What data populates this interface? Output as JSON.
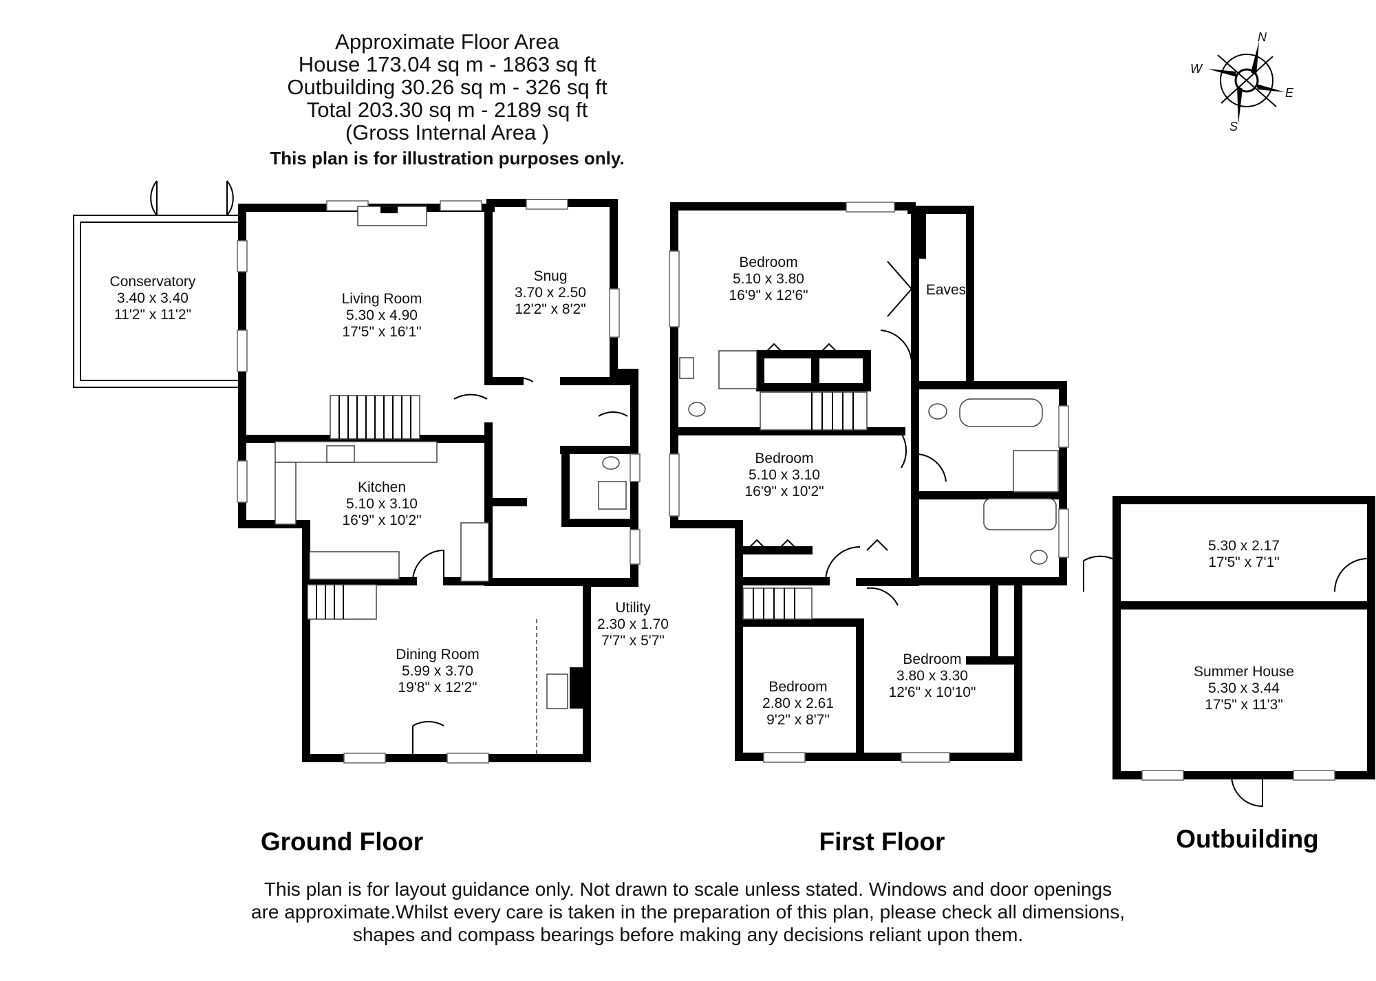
{
  "header": {
    "lines": [
      "Approximate Floor Area",
      "House 173.04 sq m - 1863 sq ft",
      "Outbuilding 30.26 sq m - 326 sq ft",
      "Total 203.30 sq m - 2189 sq ft",
      "(Gross Internal Area )"
    ],
    "note": "This plan is for illustration purposes only."
  },
  "compass": {
    "n": "N",
    "e": "E",
    "s": "S",
    "w": "W"
  },
  "rooms": {
    "conservatory": [
      "Conservatory",
      "3.40 x 3.40",
      "11'2\" x 11'2\""
    ],
    "living": [
      "Living Room",
      "5.30 x 4.90",
      "17'5\" x 16'1\""
    ],
    "snug": [
      "Snug",
      "3.70 x 2.50",
      "12'2\" x 8'2\""
    ],
    "kitchen": [
      "Kitchen",
      "5.10 x 3.10",
      "16'9\" x 10'2\""
    ],
    "utility": [
      "Utility",
      "2.30 x 1.70",
      "7'7\" x 5'7\""
    ],
    "dining": [
      "Dining Room",
      "5.99 x 3.70",
      "19'8\" x 12'2\""
    ],
    "bed1": [
      "Bedroom",
      "5.10 x 3.80",
      "16'9\" x 12'6\""
    ],
    "eaves": [
      "Eaves"
    ],
    "bed2": [
      "Bedroom",
      "5.10 x 3.10",
      "16'9\" x 10'2\""
    ],
    "bed3": [
      "Bedroom",
      "3.80 x 3.30",
      "12'6\" x 10'10\""
    ],
    "bed4": [
      "Bedroom",
      "2.80 x 2.61",
      "9'2\" x 8'7\""
    ],
    "outstore": [
      "5.30 x 2.17",
      "17'5\" x 7'1\""
    ],
    "summer": [
      "Summer House",
      "5.30 x 3.44",
      "17'5\" x 11'3\""
    ]
  },
  "floors": {
    "ground": "Ground Floor",
    "first": "First Floor",
    "outbuilding": "Outbuilding"
  },
  "disclaimer": [
    "This plan is for layout guidance only. Not drawn to scale unless stated. Windows and door openings",
    "are approximate.Whilst every care is taken in the preparation of this plan, please check all dimensions,",
    "shapes and compass bearings before making any decisions reliant upon them."
  ]
}
